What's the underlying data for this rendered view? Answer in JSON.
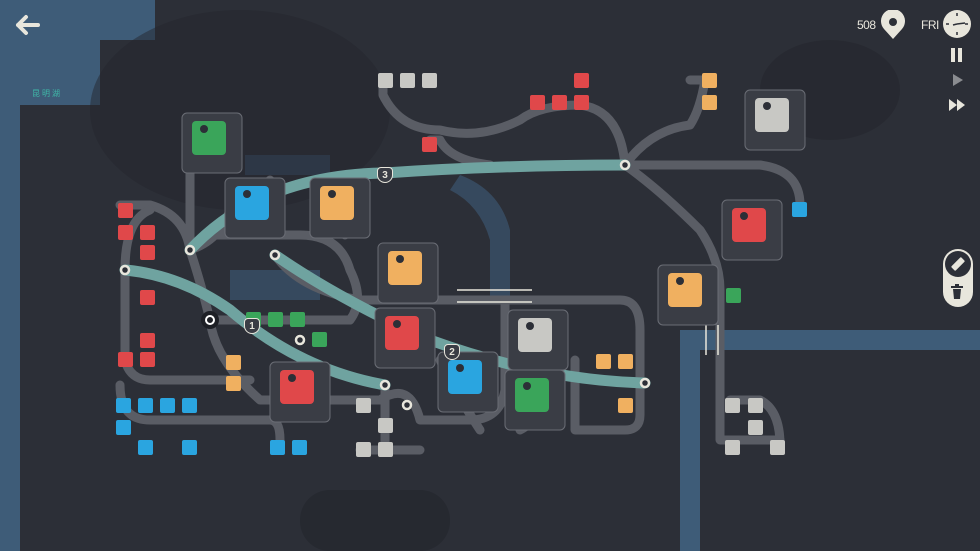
{
  "hud": {
    "score": "508",
    "day": "FRI",
    "back_icon": "arrow-left-icon",
    "score_icon": "map-pin-icon",
    "clock_icon": "clock-icon",
    "pause_icon": "pause-icon",
    "play_icon": "play-icon",
    "fast_forward_icon": "fast-forward-icon"
  },
  "tools": {
    "road_icon": "road-tool-icon",
    "delete_icon": "trash-icon"
  },
  "map": {
    "water_label": "昆明湖",
    "motorway_shields": [
      "1",
      "2",
      "3"
    ]
  },
  "colors": {
    "background": "#2c2f37",
    "water": "#3e5c78",
    "road": "#5a5d65",
    "motorway": "#6fa3a0",
    "red": "#e0484a",
    "green": "#3aa55a",
    "blue": "#2aa5e0",
    "orange": "#f0b060",
    "gray": "#c8c8c4"
  }
}
